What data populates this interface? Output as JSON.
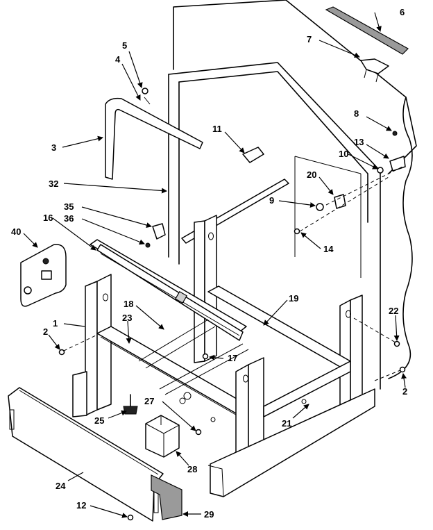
{
  "figure": {
    "callouts": [
      "6",
      "7",
      "5",
      "4",
      "3",
      "11",
      "8",
      "13",
      "10",
      "32",
      "20",
      "9",
      "35",
      "36",
      "16",
      "40",
      "14",
      "19",
      "18",
      "23",
      "1",
      "2",
      "22",
      "17",
      "27",
      "25",
      "2",
      "21",
      "28",
      "24",
      "12",
      "29"
    ]
  }
}
